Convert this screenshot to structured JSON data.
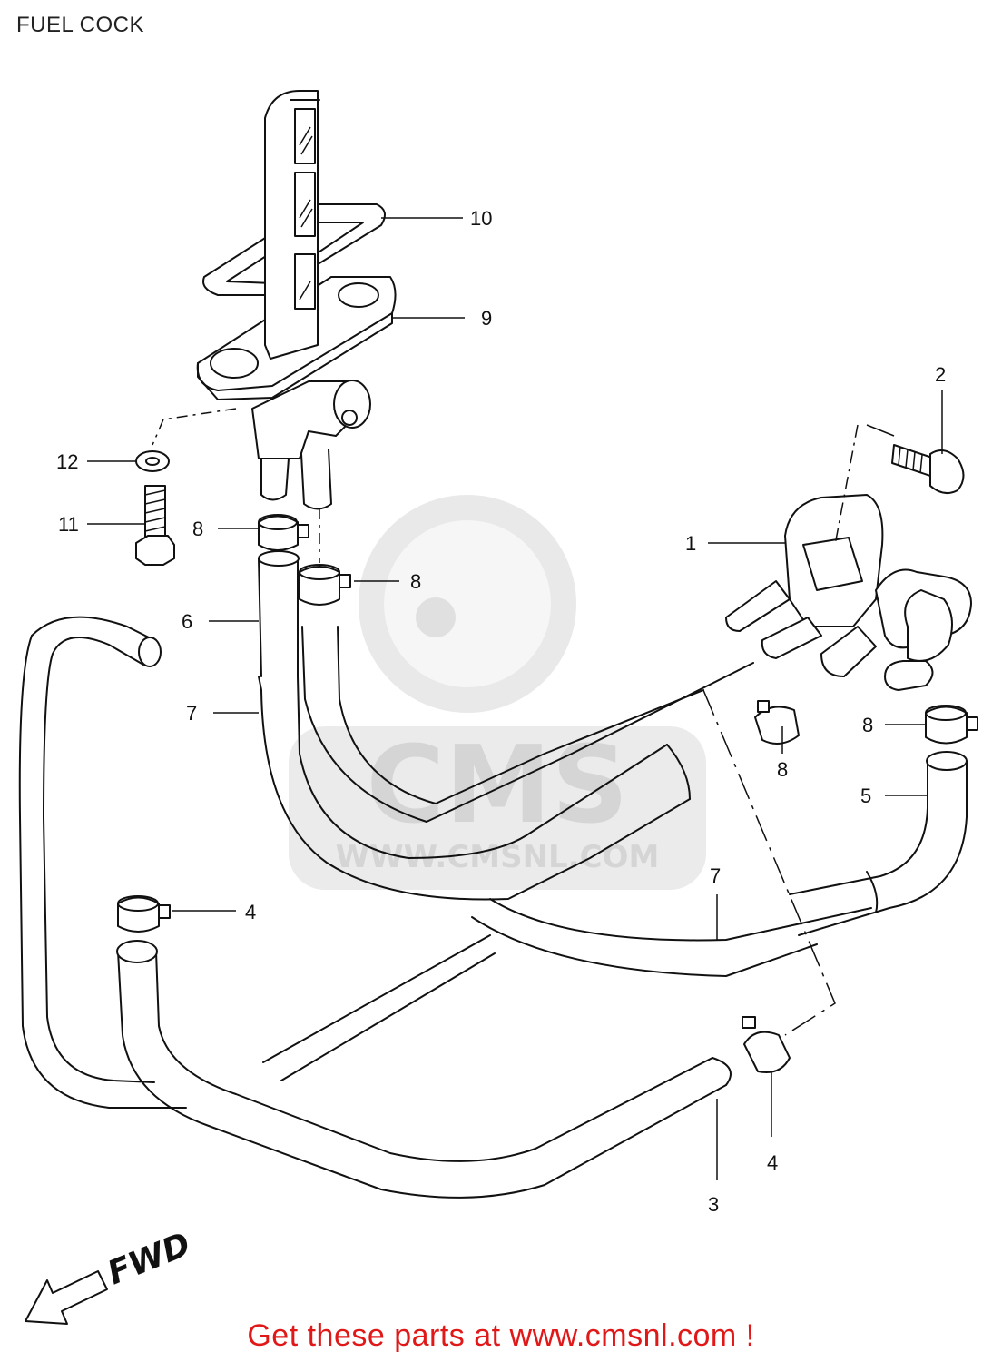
{
  "title": "FUEL COCK",
  "watermark": {
    "logo_text": "CMS",
    "url_text": "WWW.CMSNL.COM"
  },
  "direction_label": "FWD",
  "callouts": [
    "1",
    "2",
    "3",
    "4",
    "4",
    "5",
    "6",
    "7",
    "7",
    "8",
    "8",
    "8",
    "8",
    "9",
    "10",
    "11",
    "12"
  ],
  "footer_link": "Get these parts at www.cmsnl.com !",
  "colors": {
    "footer_link": "#e01818",
    "line": "#111111",
    "watermark": "#d7d7d7"
  }
}
